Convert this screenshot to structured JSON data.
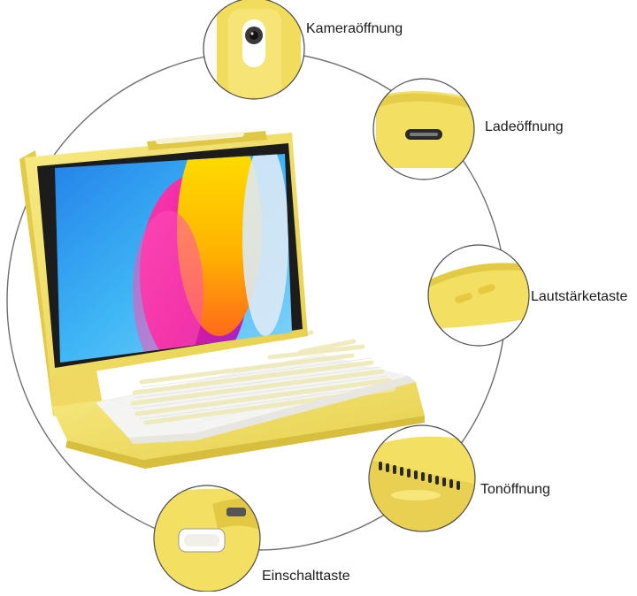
{
  "labels": {
    "camera": "Kameraöffnung",
    "charging": "Ladeöffnung",
    "volume": "Lautstärketaste",
    "speaker": "Tonöffnung",
    "power": "Einschalttaste"
  },
  "colors": {
    "case_yellow": "#f2e06a",
    "case_shadow": "#d9c441",
    "keyboard_white": "#f4f4f2",
    "circle_line": "#6f6f6f",
    "bezel": "#1c1c1c"
  }
}
